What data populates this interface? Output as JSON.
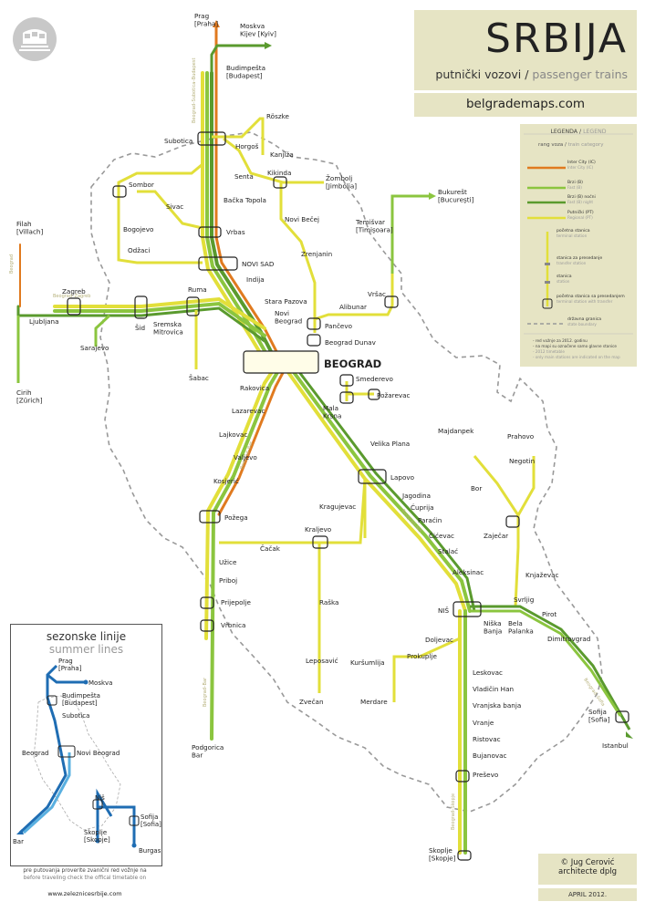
{
  "header": {
    "title": "SRBIJA",
    "subtitle_sr": "putnički vozovi /",
    "subtitle_en": "passenger trains",
    "website": "belgrademaps.com"
  },
  "colors": {
    "intercity": "#e07a1f",
    "fast": "#8bc53f",
    "fast_night": "#5a9a2e",
    "passenger": "#e2df3a",
    "summer": "#1f6db3",
    "summer_light": "#5ab0e0",
    "border": "#999999",
    "panel": "#e6e4c4"
  },
  "legend": {
    "title_sr": "LEGENDA /",
    "title_en": "LEGEND",
    "category_sr": "rang voza /",
    "category_en": "train category",
    "items": [
      {
        "label": "Inter City (IC)",
        "sub": "Inter City (IC)"
      },
      {
        "label": "Brzi (B)",
        "sub": "Fast (B)"
      },
      {
        "label": "Brzi (B) noćni",
        "sub": "Fast (B) night"
      },
      {
        "label": "Putnički (PT)",
        "sub": "Regional (PT)"
      },
      {
        "label": "početna stanica",
        "sub": "terminal station"
      },
      {
        "label": "stanica za presedanje",
        "sub": "transfer station"
      },
      {
        "label": "stanica",
        "sub": "station"
      },
      {
        "label": "početna stanica sa presedanjem",
        "sub": "terminal station with transfer"
      },
      {
        "label": "državna granica",
        "sub": "state boundary"
      }
    ],
    "notes": [
      "- red vožnje za 2012. godinu",
      "- na mapi su označene samo glavne stanice",
      "- 2012 timetable",
      "- only main stations are indicated on the map"
    ]
  },
  "stations": [
    {
      "name": "Prag\n[Praha]"
    },
    {
      "name": "Moskva\nKijev [Kyiv]"
    },
    {
      "name": "Budimpešta\n[Budapest]"
    },
    {
      "name": "Röszke"
    },
    {
      "name": "Subotica"
    },
    {
      "name": "Horgoš"
    },
    {
      "name": "Kanjiža"
    },
    {
      "name": "Senta"
    },
    {
      "name": "Kikinda"
    },
    {
      "name": "Žombolj\n[Jimbolia]"
    },
    {
      "name": "Bukurešt\n[București]"
    },
    {
      "name": "Sombor"
    },
    {
      "name": "Sivac"
    },
    {
      "name": "Bačka Topola"
    },
    {
      "name": "Novi Bečej"
    },
    {
      "name": "Temišvar\n[Timișoara]"
    },
    {
      "name": "Bogojevo"
    },
    {
      "name": "Vrbas"
    },
    {
      "name": "Filah\n[Villach]"
    },
    {
      "name": "Odžaci"
    },
    {
      "name": "Zrenjanin"
    },
    {
      "name": "NOVI SAD"
    },
    {
      "name": "Indija"
    },
    {
      "name": "Zagreb"
    },
    {
      "name": "Stara Pazova"
    },
    {
      "name": "Ruma"
    },
    {
      "name": "Vršac"
    },
    {
      "name": "Alibunar"
    },
    {
      "name": "Novi\nBeograd"
    },
    {
      "name": "Ljubljana"
    },
    {
      "name": "Šid"
    },
    {
      "name": "Sremska\nMitrovica"
    },
    {
      "name": "Pančevo"
    },
    {
      "name": "Beograd Dunav"
    },
    {
      "name": "Sarajevo"
    },
    {
      "name": "BEOGRAD"
    },
    {
      "name": "Cirih\n[Zürich]"
    },
    {
      "name": "Šabac"
    },
    {
      "name": "Smederevo"
    },
    {
      "name": "Rakovica"
    },
    {
      "name": "Požarevac"
    },
    {
      "name": "Mala\nKrsna"
    },
    {
      "name": "Lazarevac"
    },
    {
      "name": "Majdanpek"
    },
    {
      "name": "Prahovo"
    },
    {
      "name": "Lajkovac"
    },
    {
      "name": "Velika Plana"
    },
    {
      "name": "Valjevo"
    },
    {
      "name": "Negotin"
    },
    {
      "name": "Kosjerić"
    },
    {
      "name": "Lapovo"
    },
    {
      "name": "Bor"
    },
    {
      "name": "Jagodina"
    },
    {
      "name": "Ćuprija"
    },
    {
      "name": "Zaječar"
    },
    {
      "name": "Požega"
    },
    {
      "name": "Kragujevac"
    },
    {
      "name": "Paraćin"
    },
    {
      "name": "Ćićevac"
    },
    {
      "name": "Čačak"
    },
    {
      "name": "Kraljevo"
    },
    {
      "name": "Užice"
    },
    {
      "name": "Stalać"
    },
    {
      "name": "Priboj"
    },
    {
      "name": "Aleksinac"
    },
    {
      "name": "Knjaževac"
    },
    {
      "name": "Prijepolje"
    },
    {
      "name": "Svrljig"
    },
    {
      "name": "NIŠ"
    },
    {
      "name": "Niška\nBanja"
    },
    {
      "name": "Bela\nPalanka"
    },
    {
      "name": "Raška"
    },
    {
      "name": "Vrbnica"
    },
    {
      "name": "Pirot"
    },
    {
      "name": "Doljevac"
    },
    {
      "name": "Prokuplje"
    },
    {
      "name": "Dimitrovgrad"
    },
    {
      "name": "Leposavić"
    },
    {
      "name": "Kuršumlija"
    },
    {
      "name": "Leskovac"
    },
    {
      "name": "Vladičin Han"
    },
    {
      "name": "Vranjska banja"
    },
    {
      "name": "Vranje"
    },
    {
      "name": "Zvečan"
    },
    {
      "name": "Merdare"
    },
    {
      "name": "Sofija\n[Sofia]"
    },
    {
      "name": "Ristovac"
    },
    {
      "name": "Podgorica\nBar"
    },
    {
      "name": "Bujanovac"
    },
    {
      "name": "Istanbul"
    },
    {
      "name": "Preševo"
    },
    {
      "name": "Skoplje\n[Skopje]"
    }
  ],
  "summer": {
    "title_sr": "sezonske linije",
    "title_en": "summer lines",
    "stations": [
      {
        "name": "Prag\n[Praha]"
      },
      {
        "name": "Moskva"
      },
      {
        "name": "Budimpešta\n[Budapest]"
      },
      {
        "name": "Subotica"
      },
      {
        "name": "Beograd"
      },
      {
        "name": "Novi Beograd"
      },
      {
        "name": "Niš"
      },
      {
        "name": "Sofija\n[Sofia]"
      },
      {
        "name": "Bar"
      },
      {
        "name": "Skoplje\n[Skopje]"
      },
      {
        "name": "Burgas"
      }
    ]
  },
  "footer": {
    "note_sr": "pre putovanja proverite zvanični red vožnje na",
    "note_en": "before traveling check the offical timetable on",
    "rail_url": "www.zeleznicesrbije.com",
    "copyright": "© Jug Cerović",
    "copyright2": "architecte dplg",
    "date": "APRIL 2012."
  }
}
